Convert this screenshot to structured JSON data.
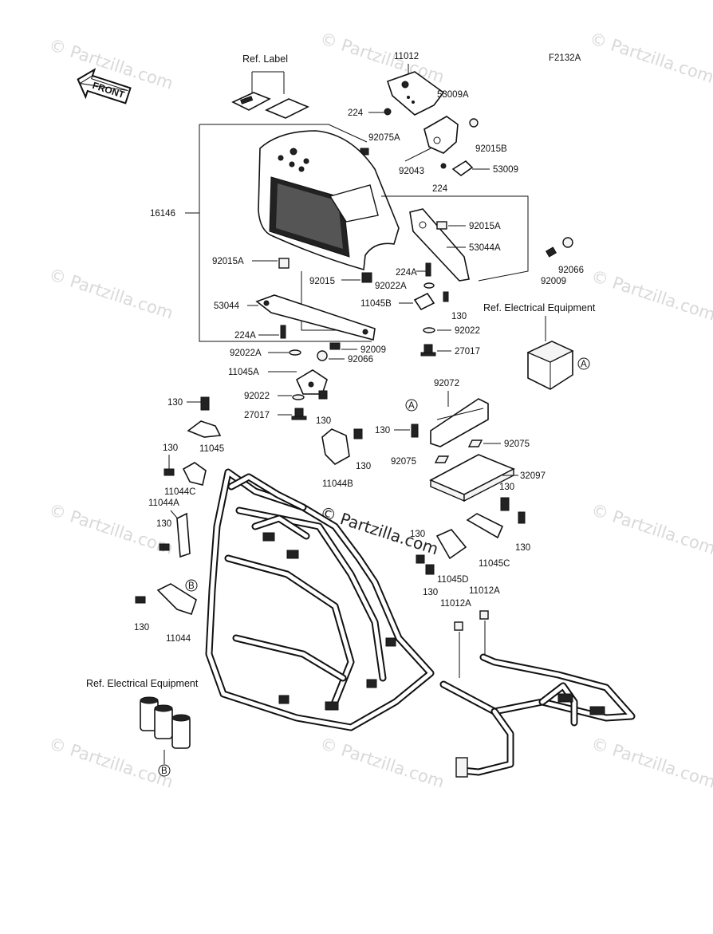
{
  "diagram": {
    "code": "F2132A",
    "front_label": "FRONT",
    "watermark": "© Partzilla.com",
    "center_watermark": "© Partzilla.com",
    "ref_label": "Ref. Label",
    "ref_electrical_top": "Ref. Electrical Equipment",
    "ref_electrical_bottom": "Ref. Electrical Equipment",
    "marker_a": "A",
    "marker_b": "B",
    "parts": {
      "p11012": "11012",
      "p53009A": "53009A",
      "p224_top": "224",
      "p92075A": "92075A",
      "p92015B": "92015B",
      "p92043": "92043",
      "p224_mid": "224",
      "p53009": "53009",
      "p16146": "16146",
      "p92015A_r": "92015A",
      "p53044A": "53044A",
      "p92066_r": "92066",
      "p92009_r": "92009",
      "p92015A_l": "92015A",
      "p92015": "92015",
      "p224A_r": "224A",
      "p92022A_r": "92022A",
      "p11045B": "11045B",
      "p130_a": "130",
      "p92022_r": "92022",
      "p27017_r": "27017",
      "p53044": "53044",
      "p224A_l": "224A",
      "p92022A_l": "92022A",
      "p92009_l": "92009",
      "p92066_l": "92066",
      "p11045A": "11045A",
      "p92022_l": "92022",
      "p27017_l": "27017",
      "p130_b": "130",
      "p130_c": "130",
      "p11045": "11045",
      "p92072": "92072",
      "p130_d": "130",
      "p92075_r": "92075",
      "p92075_l": "92075",
      "p130_e": "130",
      "p11044B": "11044B",
      "p130_f": "130",
      "p11044C": "11044C",
      "p11044A": "11044A",
      "p32097": "32097",
      "p130_g": "130",
      "p130_h": "130",
      "p130_i": "130",
      "p11045C": "11045C",
      "p130_j": "130",
      "p11045D": "11045D",
      "p130_k": "130",
      "p11012A": "11012A",
      "p11012A_2": "11012A",
      "p130_l": "130",
      "p11044": "11044"
    }
  }
}
